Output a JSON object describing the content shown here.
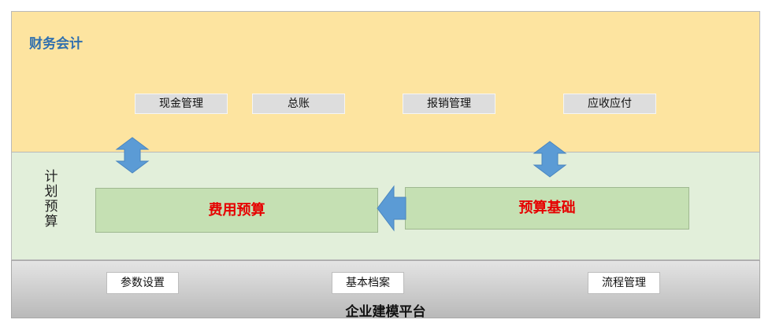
{
  "finance": {
    "title": "财务会计",
    "modules": [
      "现金管理",
      "总账",
      "报销管理",
      "应收应付"
    ]
  },
  "planning": {
    "title": "计划预算",
    "blocks": [
      "费用预算",
      "预算基础"
    ]
  },
  "platform": {
    "title": "企业建模平台",
    "modules": [
      "参数设置",
      "基本档案",
      "流程管理"
    ]
  },
  "colors": {
    "finance_bg": "#fde4a0",
    "planning_bg": "#e2efda",
    "platform_bg": "#c9c9c9",
    "block_fill": "#c5e0b3",
    "block_text": "#e60000",
    "arrow": "#5b9bd5",
    "finance_title": "#2f6fae"
  }
}
